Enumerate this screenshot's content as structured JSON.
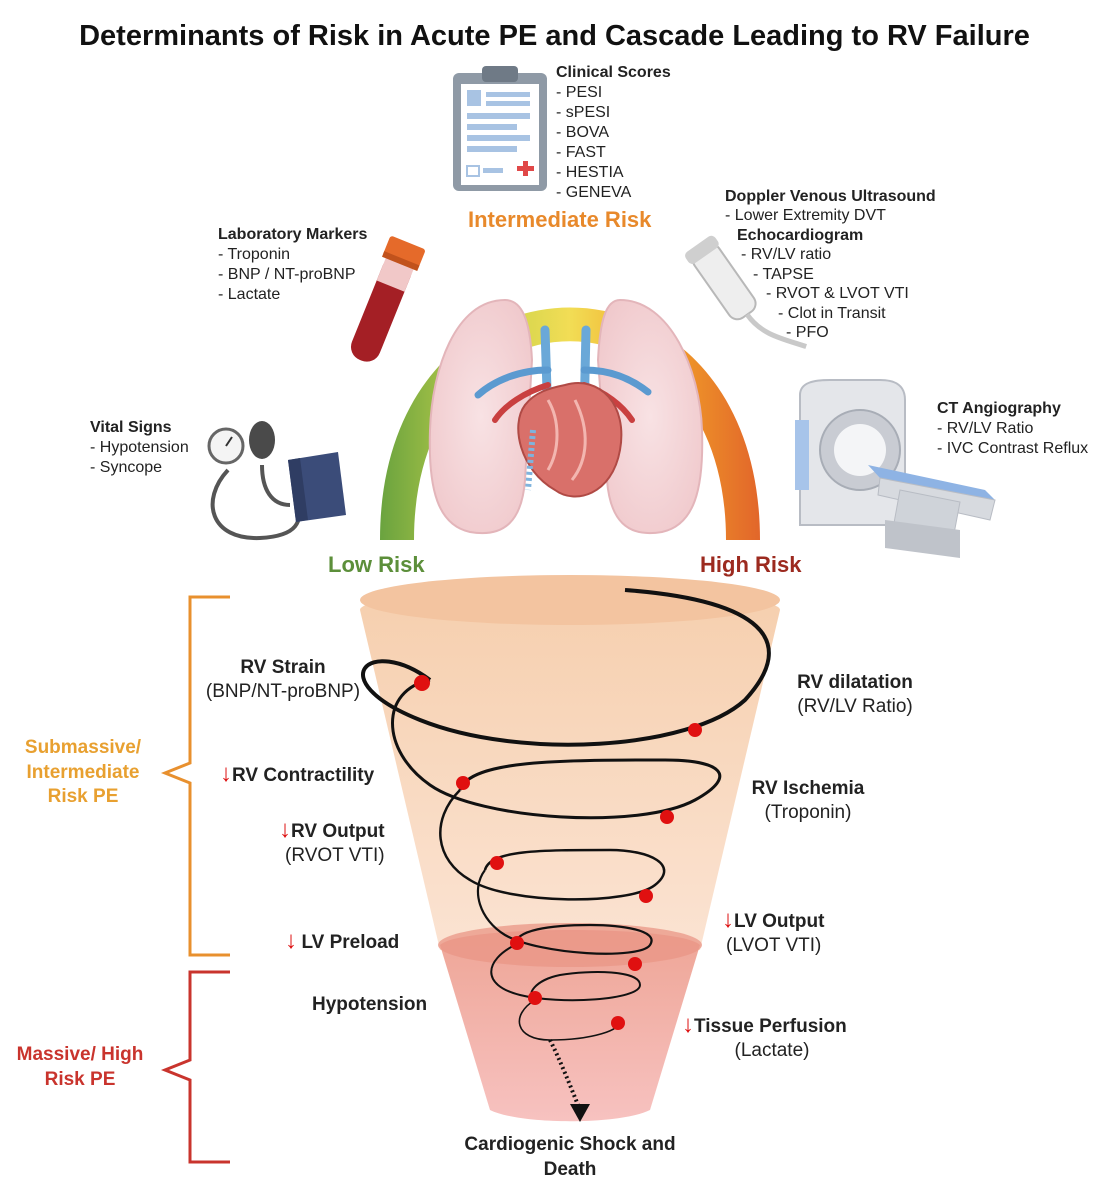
{
  "title": "Determinants of Risk in Acute PE and Cascade Leading to RV Failure",
  "risk_arc": {
    "low": "Low Risk",
    "intermediate": "Intermediate Risk",
    "high": "High Risk"
  },
  "clinical_scores": {
    "heading": "Clinical Scores",
    "items": [
      "- PESI",
      "- sPESI",
      "- BOVA",
      "- FAST",
      "- HESTIA",
      "- GENEVA"
    ]
  },
  "laboratory_markers": {
    "heading": "Laboratory Markers",
    "items": [
      "- Troponin",
      "- BNP / NT-proBNP",
      "- Lactate"
    ]
  },
  "vital_signs": {
    "heading": "Vital Signs",
    "items": [
      "- Hypotension",
      "- Syncope"
    ]
  },
  "doppler": {
    "heading": "Doppler Venous Ultrasound",
    "items": [
      "- Lower Extremity DVT"
    ]
  },
  "echocardiogram": {
    "heading": "Echocardiogram",
    "items": [
      "- RV/LV ratio",
      "- TAPSE",
      "- RVOT & LVOT VTI",
      "- Clot in Transit",
      "- PFO"
    ]
  },
  "ct_angiography": {
    "heading": "CT Angiography",
    "items": [
      "- RV/LV Ratio",
      "- IVC Contrast Reflux"
    ]
  },
  "categories": {
    "submassive": "Submassive/ Intermediate Risk PE",
    "massive": "Massive/ High Risk PE"
  },
  "cascade": {
    "rv_strain": {
      "label": "RV Strain",
      "sub": "(BNP/NT-proBNP)"
    },
    "rv_dilatation": {
      "label": "RV dilatation",
      "sub": "(RV/LV Ratio)"
    },
    "rv_contractility": {
      "arrow": "↓",
      "label": "RV Contractility"
    },
    "rv_ischemia": {
      "label": "RV Ischemia",
      "sub": "(Troponin)"
    },
    "rv_output": {
      "arrow": "↓",
      "label": "RV Output",
      "sub": "(RVOT VTI)"
    },
    "lv_output": {
      "arrow": "↓",
      "label": "LV Output",
      "sub": "(LVOT VTI)"
    },
    "lv_preload": {
      "arrow": "↓",
      "label": "LV Preload"
    },
    "hypotension": {
      "label": "Hypotension"
    },
    "tissue_perfusion": {
      "arrow": "↓",
      "label": "Tissue Perfusion",
      "sub": "(Lactate)"
    },
    "outcome": "Cardiogenic Shock and Death"
  },
  "colors": {
    "low": "#5c8f3a",
    "intermediate": "#e8892b",
    "high": "#9c2a1f",
    "submassive": "#e8a030",
    "massive": "#c9342d",
    "arrow": "#dd1111",
    "dot": "#e01010"
  },
  "icons": [
    "clipboard-icon",
    "blood-tube-icon",
    "blood-pressure-cuff-icon",
    "ultrasound-probe-icon",
    "ct-scanner-icon",
    "heart-lungs-icon"
  ]
}
